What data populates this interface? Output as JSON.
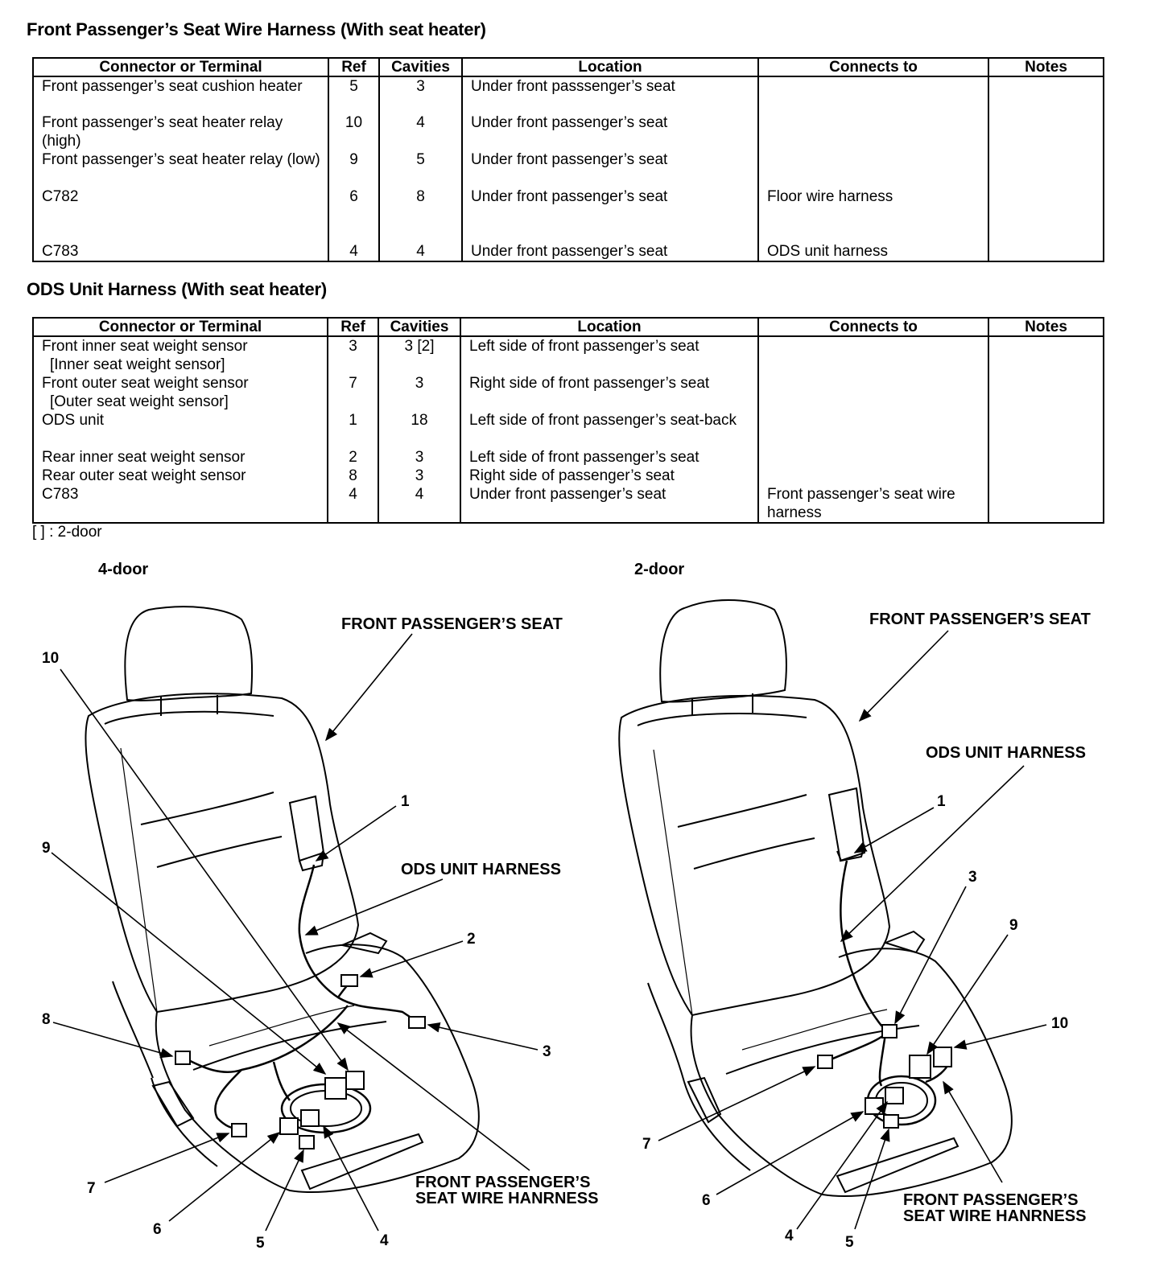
{
  "table1": {
    "title": "Front Passenger’s Seat Wire Harness (With seat heater)",
    "headers": [
      "Connector or Terminal",
      "Ref",
      "Cavities",
      "Location",
      "Connects to",
      "Notes"
    ],
    "rows": [
      {
        "connector": "Front passenger’s seat cushion heater",
        "ref": "5",
        "cavities": "3",
        "location": "Under front passsenger’s seat",
        "connects_to": "",
        "notes": ""
      },
      {
        "connector": "Front passenger’s seat heater relay (high)",
        "ref": "10",
        "cavities": "4",
        "location": "Under front passenger’s seat",
        "connects_to": "",
        "notes": ""
      },
      {
        "connector": "Front passenger’s seat heater relay (low)",
        "ref": "9",
        "cavities": "5",
        "location": "Under front passenger’s seat",
        "connects_to": "",
        "notes": ""
      },
      {
        "connector": "C782",
        "ref": "6",
        "cavities": "8",
        "location": "Under front passenger’s seat",
        "connects_to": "Floor wire harness",
        "notes": ""
      },
      {
        "connector": "C783",
        "ref": "4",
        "cavities": "4",
        "location": "Under front passenger’s seat",
        "connects_to": "ODS unit harness",
        "notes": ""
      }
    ]
  },
  "table2": {
    "title": "ODS Unit Harness (With seat heater)",
    "headers": [
      "Connector or Terminal",
      "Ref",
      "Cavities",
      "Location",
      "Connects to",
      "Notes"
    ],
    "rows": [
      {
        "connector": "Front inner seat weight sensor",
        "connector_alt": "[Inner seat weight sensor]",
        "ref": "3",
        "cavities": "3 [2]",
        "location": "Left side of front passenger’s seat",
        "connects_to": "",
        "notes": ""
      },
      {
        "connector": "Front outer seat weight sensor",
        "connector_alt": "[Outer seat weight sensor]",
        "ref": "7",
        "cavities": "3",
        "location": "Right side of front passenger’s seat",
        "connects_to": "",
        "notes": ""
      },
      {
        "connector": "ODS unit",
        "connector_alt": "",
        "ref": "1",
        "cavities": "18",
        "location": "Left side of front passenger’s seat-back",
        "connects_to": "",
        "notes": ""
      },
      {
        "connector": "Rear inner seat weight sensor",
        "connector_alt": "",
        "ref": "2",
        "cavities": "3",
        "location": "Left side of front passenger’s seat",
        "connects_to": "",
        "notes": ""
      },
      {
        "connector": "Rear outer seat weight sensor",
        "connector_alt": "",
        "ref": "8",
        "cavities": "3",
        "location": "Right side of passenger’s seat",
        "connects_to": "",
        "notes": ""
      },
      {
        "connector": "C783",
        "connector_alt": "",
        "ref": "4",
        "cavities": "4",
        "location": "Under front passenger’s seat",
        "connects_to": "Front passenger’s seat wire harness",
        "notes": ""
      }
    ],
    "legend": "[ ] : 2-door"
  },
  "diagrams": {
    "left": {
      "title": "4-door",
      "label_seat": "FRONT PASSENGER’S SEAT",
      "label_ods": "ODS UNIT HARNESS",
      "label_harness_1": "FRONT PASSENGER’S",
      "label_harness_2": "SEAT WIRE HANRNESS",
      "numbers": {
        "n1": "1",
        "n2": "2",
        "n3": "3",
        "n4": "4",
        "n5": "5",
        "n6": "6",
        "n7": "7",
        "n8": "8",
        "n9": "9",
        "n10": "10"
      }
    },
    "right": {
      "title": "2-door",
      "label_seat": "FRONT PASSENGER’S SEAT",
      "label_ods": "ODS UNIT HARNESS",
      "label_harness_1": "FRONT PASSENGER’S",
      "label_harness_2": "SEAT WIRE HANRNESS",
      "numbers": {
        "n1": "1",
        "n3": "3",
        "n4": "4",
        "n5": "5",
        "n6": "6",
        "n7": "7",
        "n9": "9",
        "n10": "10"
      }
    }
  }
}
